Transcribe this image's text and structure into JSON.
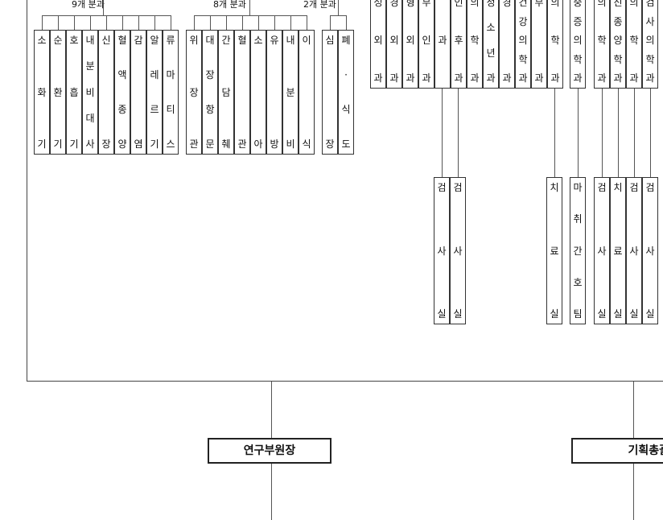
{
  "group_labels": [
    "9개 분과",
    "8개 분과",
    "2개 분과"
  ],
  "groups_left": [
    {
      "cells": [
        [
          "소",
          "화",
          "기"
        ],
        [
          "순",
          "환",
          "기"
        ],
        [
          "호",
          "흡",
          "기"
        ],
        [
          "내",
          "분",
          "비",
          "대",
          "사"
        ],
        [
          "신",
          "장"
        ],
        [
          "혈",
          "액",
          "종",
          "양"
        ],
        [
          "감",
          "염"
        ],
        [
          "알",
          "레",
          "르",
          "기"
        ],
        [
          "류",
          "마",
          "티",
          "스"
        ]
      ]
    },
    {
      "cells": [
        [
          "위",
          "장",
          "관"
        ],
        [
          "대",
          "장",
          "항",
          "문"
        ],
        [
          "간",
          "담",
          "췌"
        ],
        [
          "혈",
          "관"
        ],
        [
          "소",
          "아"
        ],
        [
          "유",
          "방"
        ],
        [
          "내",
          "분",
          "비"
        ],
        [
          "이",
          "식"
        ]
      ]
    },
    {
      "cells": [
        [
          "심",
          "장"
        ],
        [
          "폐",
          "·",
          "식",
          "도"
        ]
      ]
    }
  ],
  "top_cells": [
    [
      "성",
      "외",
      "과"
    ],
    [
      "경",
      "외",
      "과"
    ],
    [
      "형",
      "외",
      "과"
    ],
    [
      "부",
      "인",
      "과"
    ],
    [
      "과"
    ],
    [
      "인",
      "후",
      "과"
    ],
    [
      "의",
      "학",
      "과"
    ],
    [
      "청",
      "소",
      "년",
      "과"
    ],
    [
      "경",
      "과"
    ],
    [
      "건",
      "강",
      "의",
      "학",
      "과"
    ],
    [
      "부",
      "과"
    ],
    [
      "의",
      "학",
      "과"
    ],
    [
      "중",
      "증",
      "의",
      "학",
      "과"
    ],
    [
      "의",
      "학",
      "과"
    ],
    [
      "진",
      "종",
      "양",
      "학",
      "과"
    ],
    [
      "의",
      "학",
      "과"
    ],
    [
      "검",
      "사",
      "의",
      "학",
      "과"
    ]
  ],
  "lower_cells": [
    [
      "검",
      "사",
      "실"
    ],
    [
      "검",
      "사",
      "실"
    ],
    [
      "치",
      "료",
      "실"
    ],
    [
      "마",
      "취",
      "간",
      "호",
      "팀"
    ],
    [
      "검",
      "사",
      "실"
    ],
    [
      "치",
      "료",
      "실"
    ],
    [
      "검",
      "사",
      "실"
    ],
    [
      "검",
      "사",
      "실"
    ]
  ],
  "heads": {
    "research_vp": "연구부원장",
    "planning": "기획총괄"
  }
}
